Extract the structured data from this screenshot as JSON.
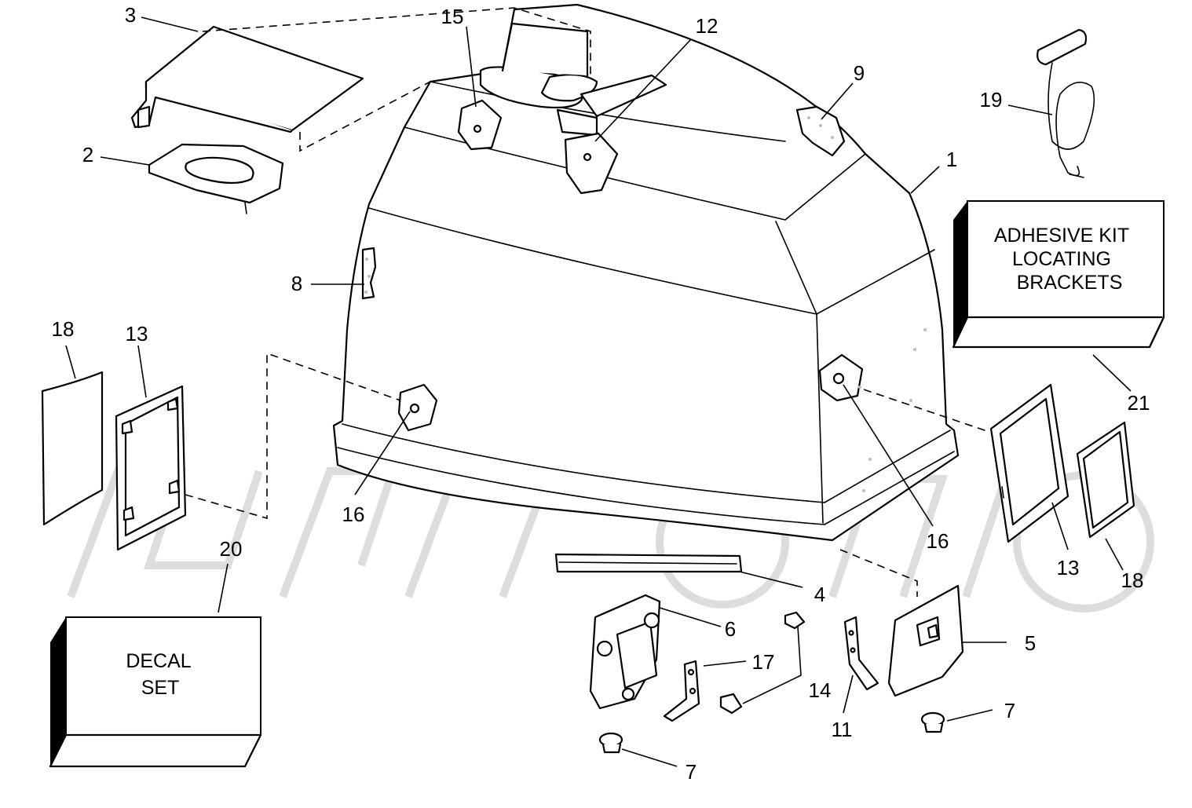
{
  "diagram": {
    "callouts": {
      "p1": "1",
      "p2": "2",
      "p3": "3",
      "p4": "4",
      "p5": "5",
      "p6": "6",
      "p7a": "7",
      "p7b": "7",
      "p8": "8",
      "p9": "9",
      "p11": "11",
      "p12": "12",
      "p13a": "13",
      "p13b": "13",
      "p14": "14",
      "p15": "15",
      "p16a": "16",
      "p16b": "16",
      "p17": "17",
      "p18a": "18",
      "p18b": "18",
      "p19": "19",
      "p20": "20",
      "p21": "21"
    },
    "adhesive_box": {
      "line1": "ADHESIVE KIT",
      "line2": "LOCATING",
      "line3": "BRACKETS"
    },
    "decal_box": {
      "line1": "DECAL",
      "line2": "SET"
    }
  }
}
